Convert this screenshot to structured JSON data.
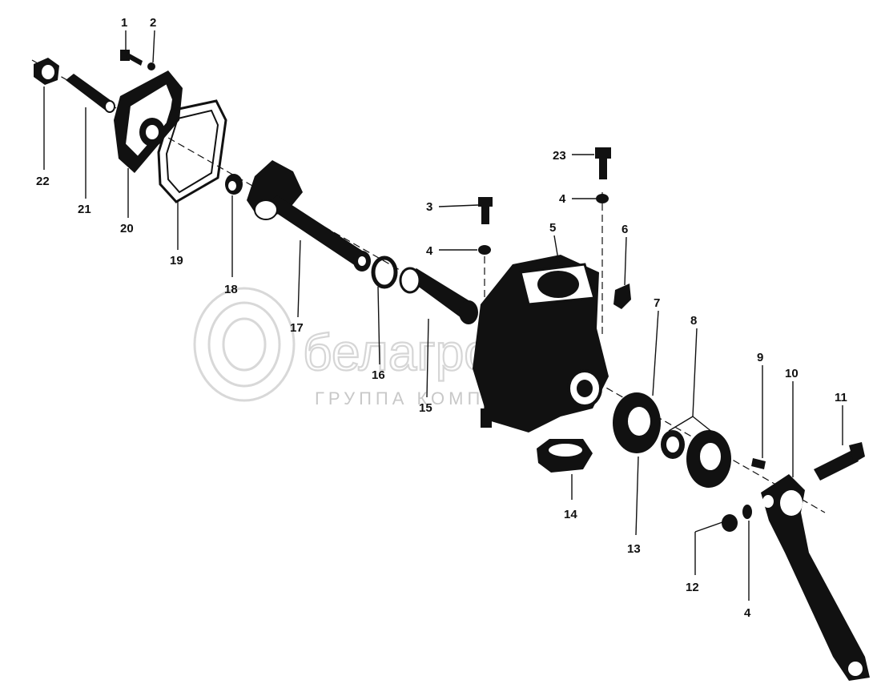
{
  "watermark": {
    "brand": "белагро",
    "subtitle": "ГРУППА КОМПАНИЙ"
  },
  "callouts": [
    "1",
    "2",
    "3",
    "4",
    "4",
    "4",
    "5",
    "6",
    "7",
    "8",
    "9",
    "10",
    "11",
    "12",
    "13",
    "14",
    "15",
    "16",
    "17",
    "18",
    "19",
    "20",
    "21",
    "22",
    "23"
  ],
  "colors": {
    "ink": "#111111",
    "paper": "#ffffff",
    "watermark": "#cfcfcf"
  }
}
